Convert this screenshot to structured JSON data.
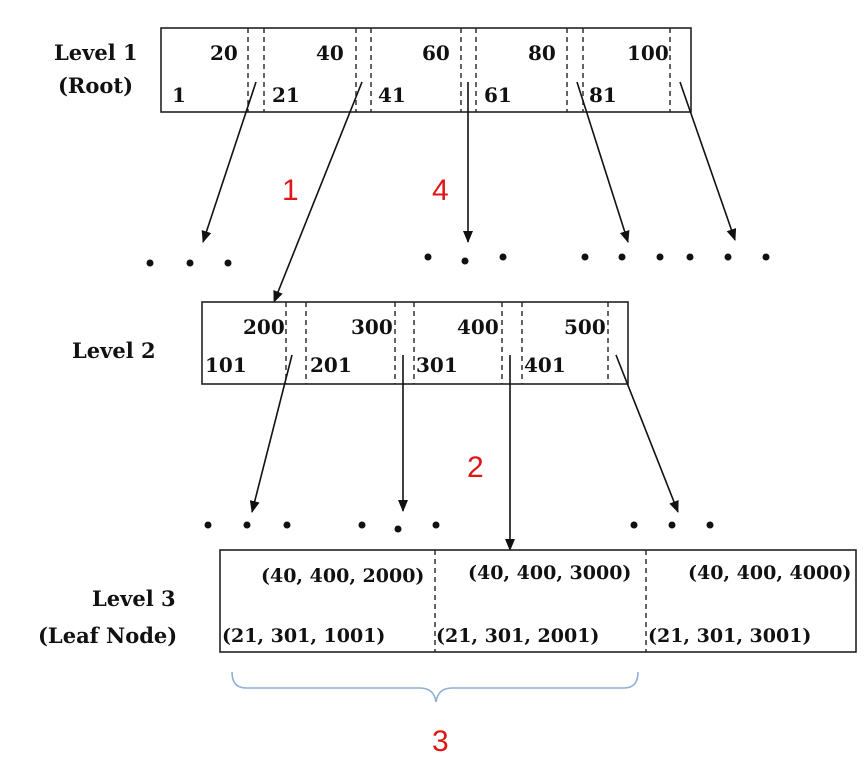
{
  "levels": {
    "level1": {
      "label": "Level 1",
      "sublabel": "(Root)"
    },
    "level2": {
      "label": "Level 2"
    },
    "level3": {
      "label": "Level 3",
      "sublabel": "(Leaf Node)"
    }
  },
  "root_node": {
    "upper_keys": [
      "20",
      "40",
      "60",
      "80",
      "100"
    ],
    "lower_keys": [
      "1",
      "21",
      "41",
      "61",
      "81"
    ]
  },
  "level2_node": {
    "upper_keys": [
      "200",
      "300",
      "400",
      "500"
    ],
    "lower_keys": [
      "101",
      "201",
      "301",
      "401"
    ]
  },
  "leaf_node": {
    "upper_keys": [
      "(40, 400, 2000)",
      "(40, 400, 3000)",
      "(40, 400, 4000)"
    ],
    "lower_keys": [
      "(21, 301, 1001)",
      "(21, 301, 2001)",
      "(21, 301, 3001)"
    ]
  },
  "step_markers": [
    "1",
    "2",
    "3",
    "4"
  ],
  "colors": {
    "step_marker": "#e01515",
    "brace": "#8fb0d8",
    "ink": "#111111"
  }
}
